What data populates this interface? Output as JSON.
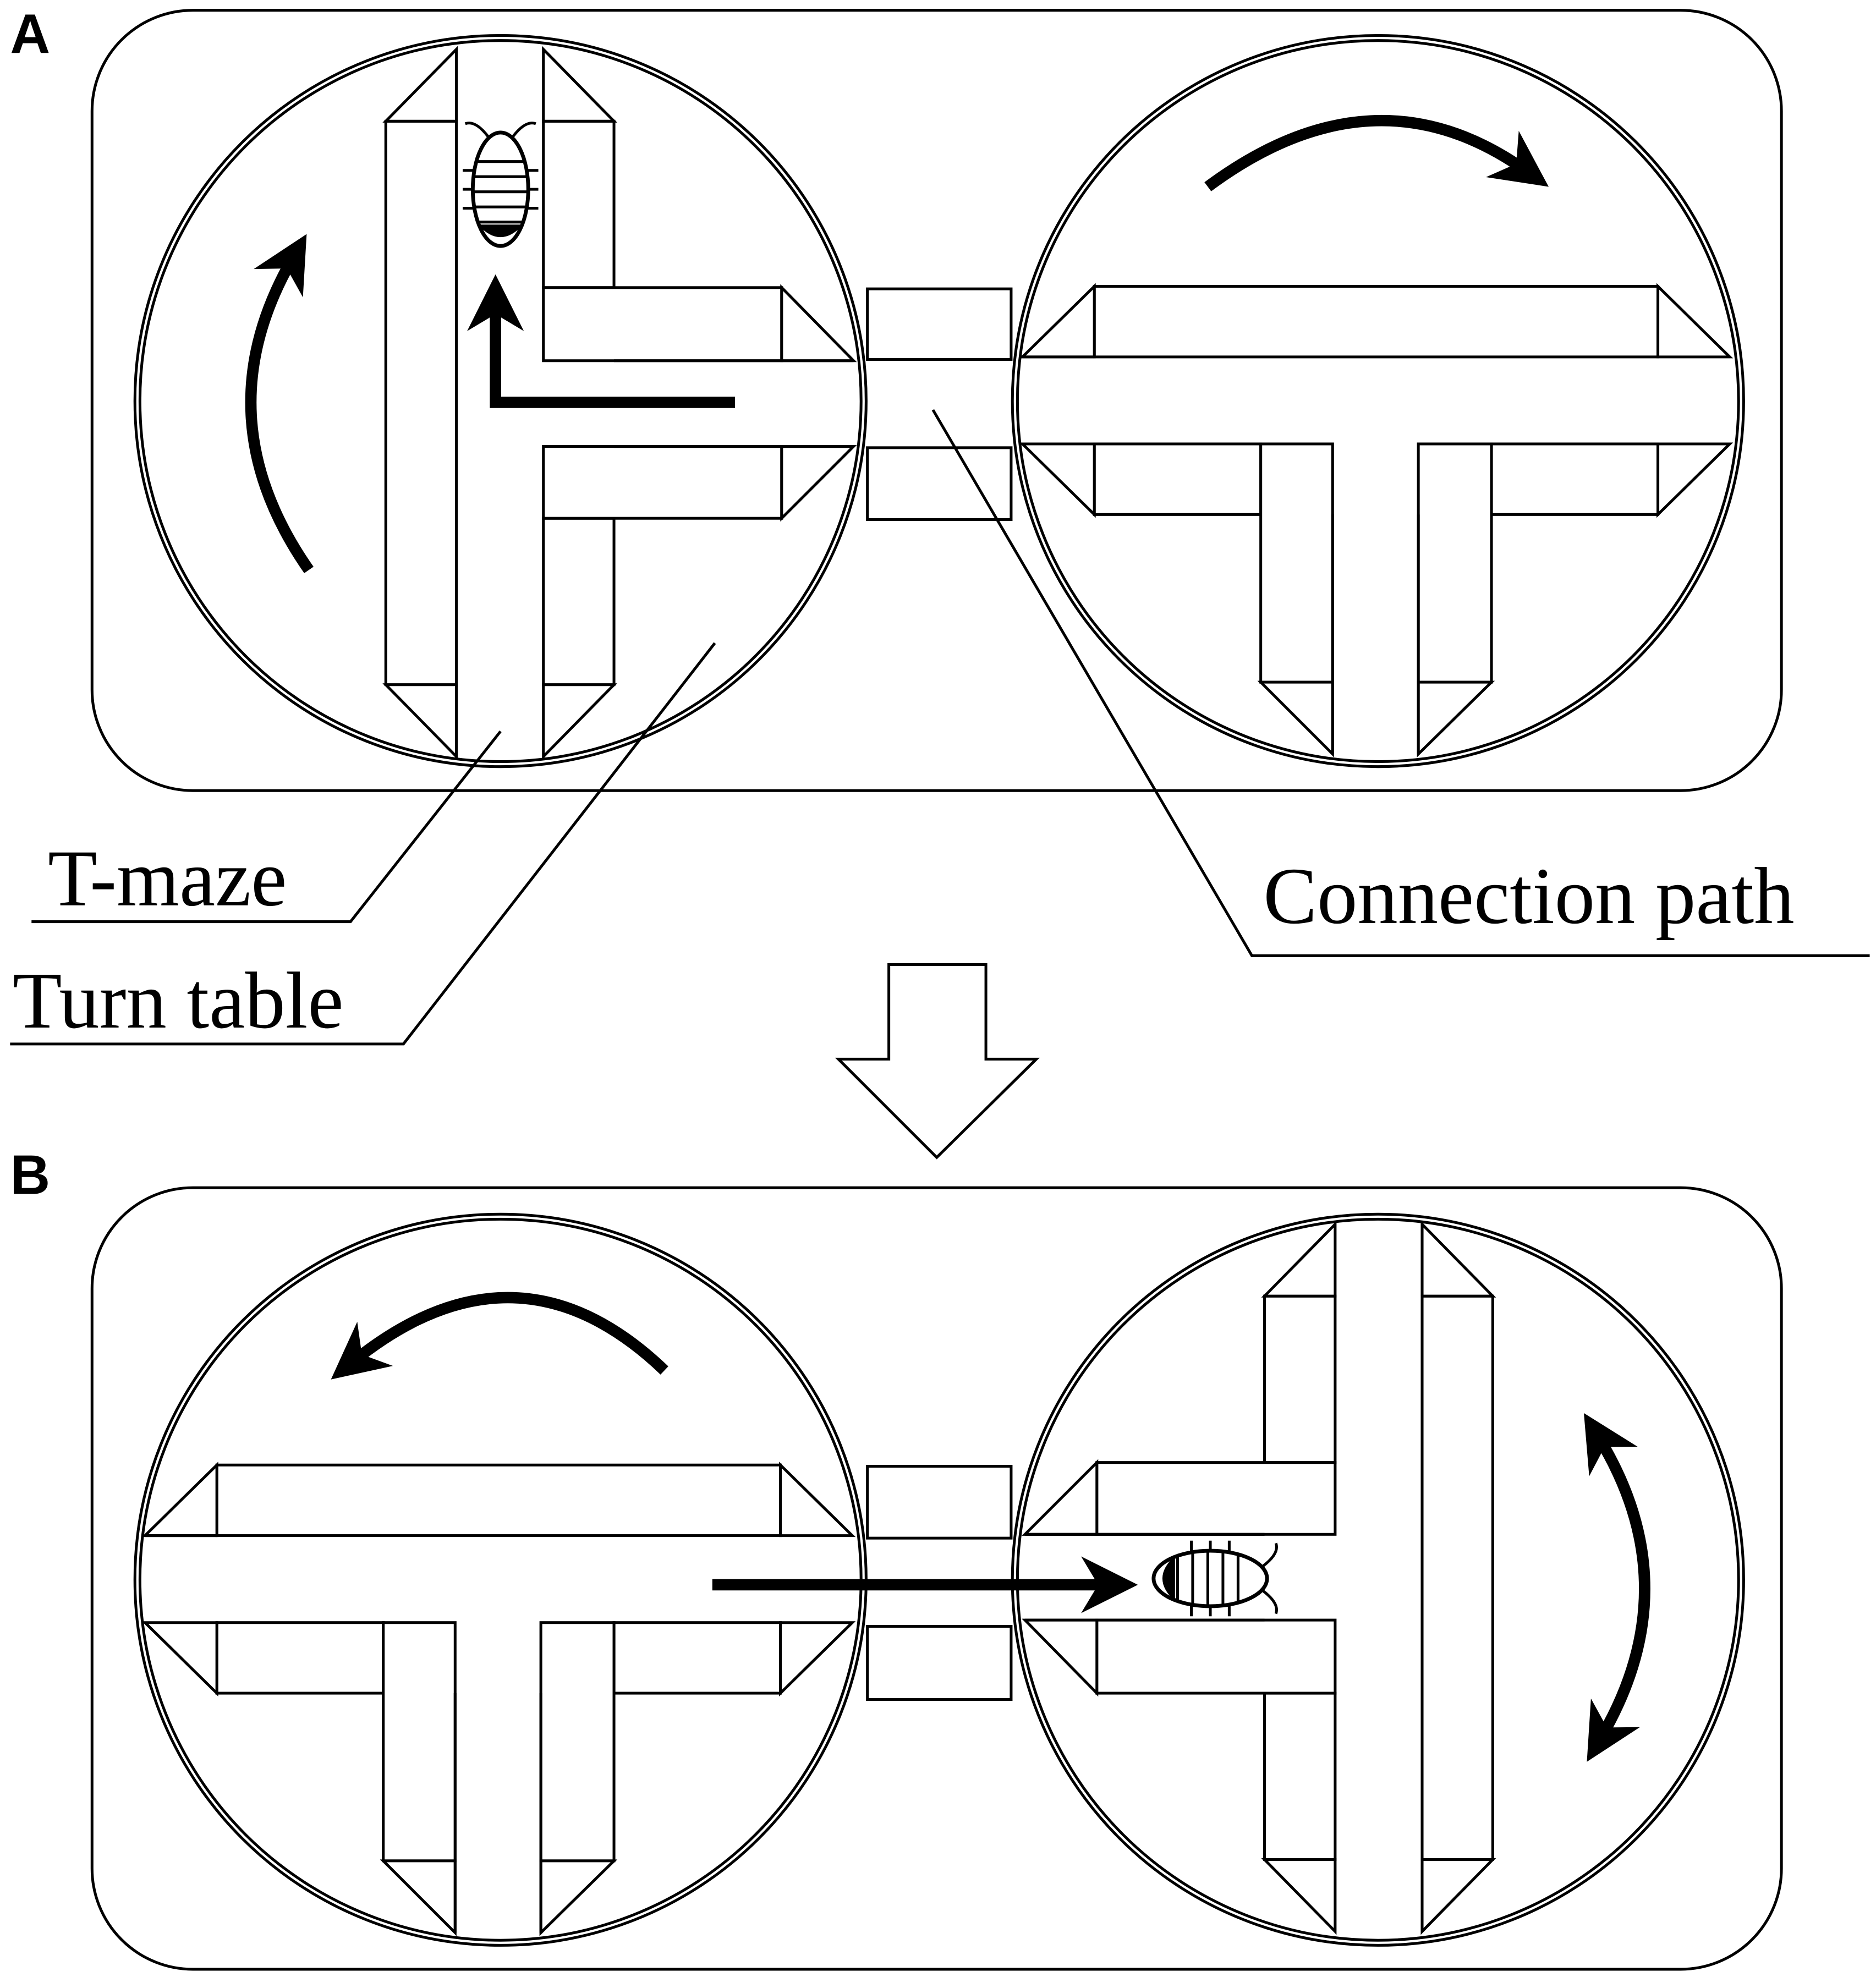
{
  "panels": [
    {
      "label": "A"
    },
    {
      "label": "B"
    }
  ],
  "labels": {
    "t_maze": "T-maze",
    "turn_table": "Turn table",
    "connection_path": "Connection path"
  },
  "colors": {
    "stroke": "#000000",
    "background": "#ffffff"
  }
}
